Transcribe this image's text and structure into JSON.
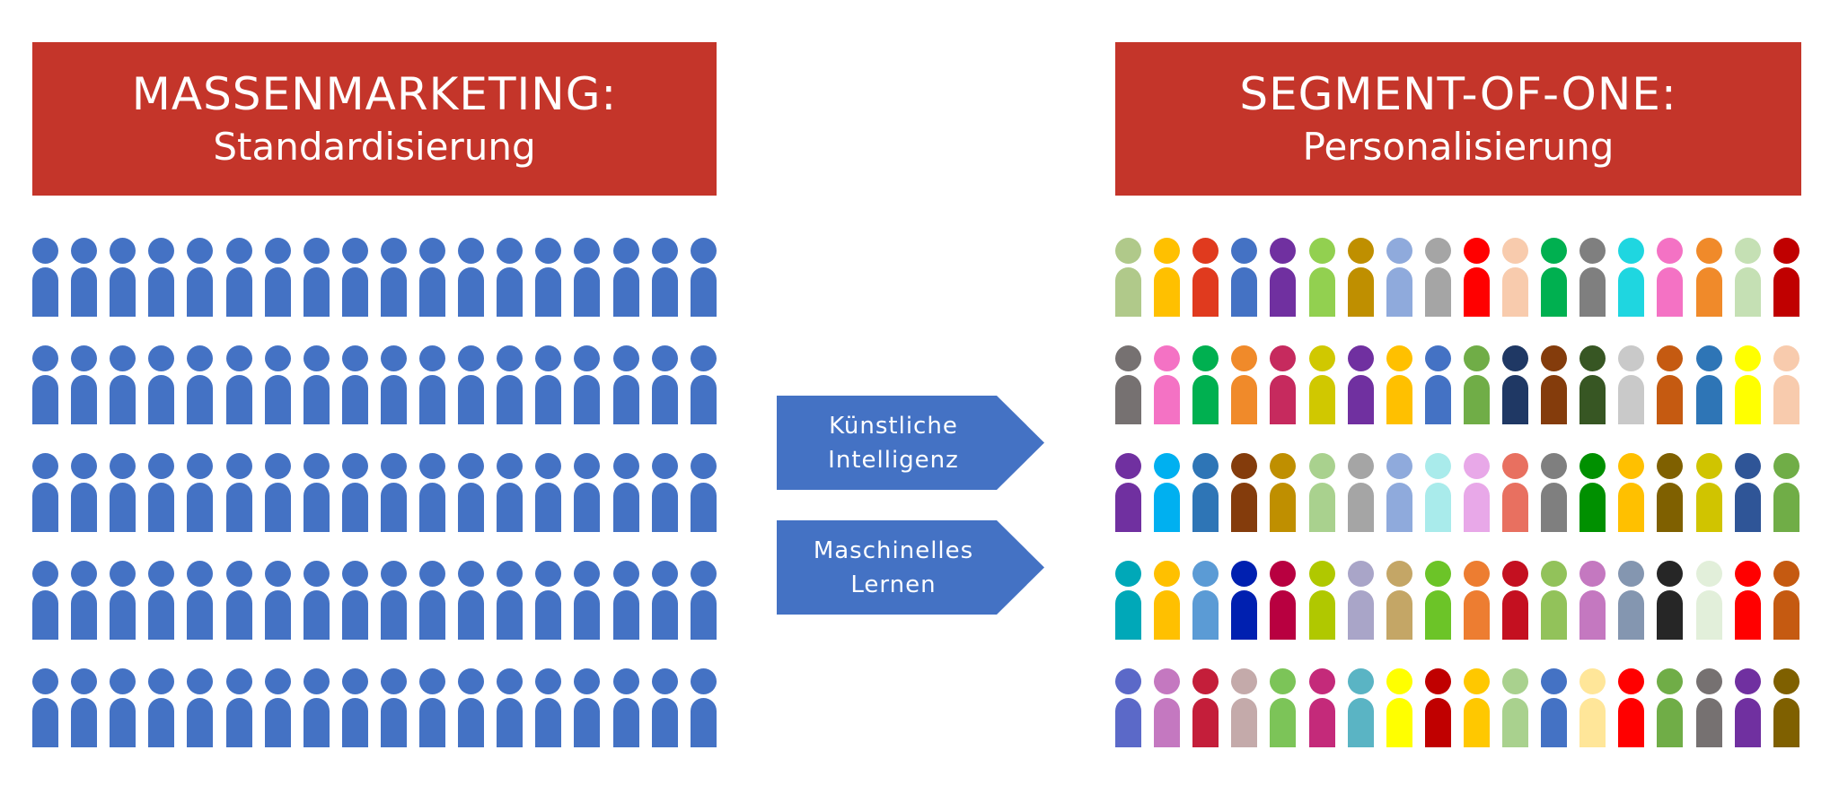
{
  "left": {
    "title": "MASSENMARKETING:",
    "subtitle": "Standardisierung",
    "color": "#4472c4",
    "rows": 5,
    "cols": 18
  },
  "right": {
    "title": "SEGMENT-OF-ONE:",
    "subtitle": "Personalisierung",
    "rows_colors": [
      [
        "#b0c98a",
        "#ffc000",
        "#e03a1e",
        "#4472c4",
        "#7030a0",
        "#92d050",
        "#bf8f00",
        "#8faadc",
        "#a5a5a5",
        "#ff0000",
        "#f8cbad",
        "#00b050",
        "#7f7f7f",
        "#1fd6e0",
        "#f472c4",
        "#f08a2a",
        "#c5e0b4",
        "#c00000"
      ],
      [
        "#767171",
        "#f472c4",
        "#00b050",
        "#f08a2a",
        "#c62a5e",
        "#d0c800",
        "#7030a0",
        "#ffc000",
        "#4472c4",
        "#70ad47",
        "#1f3864",
        "#843c0c",
        "#375623",
        "#c9c9c9",
        "#c55a11",
        "#2e75b6",
        "#ffff00",
        "#f8cbad"
      ],
      [
        "#7030a0",
        "#00b0f0",
        "#2e75b6",
        "#843c0c",
        "#bf8f00",
        "#a9d18e",
        "#a5a5a5",
        "#8faadc",
        "#a9ebeb",
        "#e8a8e8",
        "#e87060",
        "#7f7f7f",
        "#009000",
        "#ffc000",
        "#7f6000",
        "#d0c400",
        "#2f5597",
        "#70ad47"
      ],
      [
        "#00a8b8",
        "#ffc000",
        "#5b9bd5",
        "#0020b0",
        "#b80040",
        "#b0c800",
        "#a9a5c8",
        "#c4a666",
        "#6cc428",
        "#ed7d31",
        "#c41020",
        "#92c25a",
        "#c478c0",
        "#8496b0",
        "#262626",
        "#e2efda",
        "#ff0000",
        "#c55a11"
      ],
      [
        "#5b69c8",
        "#c478c0",
        "#c41e3a",
        "#c4aaaa",
        "#7cc458",
        "#c42a7a",
        "#5ab4c4",
        "#ffff00",
        "#c00000",
        "#ffc800",
        "#a9d18e",
        "#4472c4",
        "#ffe699",
        "#ff0000",
        "#70ad47",
        "#767171",
        "#7030a0",
        "#7f6000"
      ]
    ]
  },
  "arrows": [
    {
      "line1": "Künstliche",
      "line2": "Intelligenz"
    },
    {
      "line1": "Maschinelles",
      "line2": "Lernen"
    }
  ],
  "colors": {
    "banner": "#c4352a",
    "arrow": "#4472c4"
  }
}
